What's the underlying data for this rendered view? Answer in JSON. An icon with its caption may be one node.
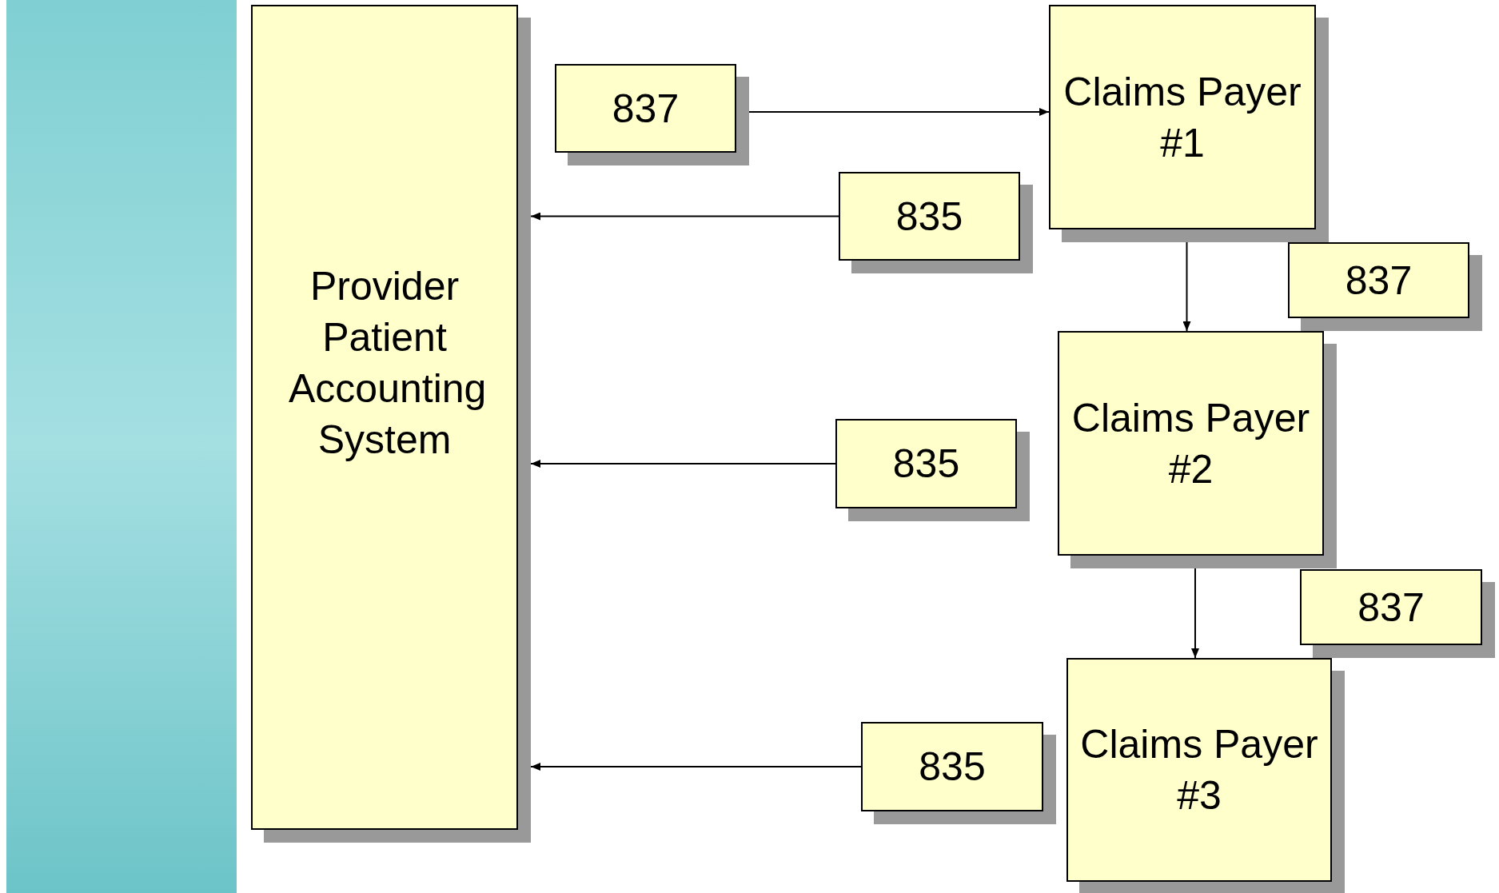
{
  "diagram": {
    "nodes": [
      {
        "text": [
          "Provider Patient Accounting System"
        ]
      },
      {
        "text": [
          "837"
        ]
      },
      {
        "text": [
          "Claims Payer #1"
        ]
      },
      {
        "text": [
          "835"
        ]
      },
      {
        "text": [
          "837"
        ]
      },
      {
        "text": [
          "Claims Payer #2"
        ]
      },
      {
        "text": [
          "835"
        ]
      },
      {
        "text": [
          "837"
        ]
      },
      {
        "text": [
          "Claims Payer #3"
        ]
      },
      {
        "text": [
          "835"
        ]
      }
    ],
    "edges": [
      {
        "from": 1,
        "to": 2,
        "arrow": "to"
      },
      {
        "from": 3,
        "to": 0,
        "arrow": "to"
      },
      {
        "from": 2,
        "to": 5,
        "arrow": "to"
      },
      {
        "from": 6,
        "to": 0,
        "arrow": "to"
      },
      {
        "from": 5,
        "to": 8,
        "arrow": "to"
      },
      {
        "from": 9,
        "to": 0,
        "arrow": "to"
      }
    ]
  }
}
